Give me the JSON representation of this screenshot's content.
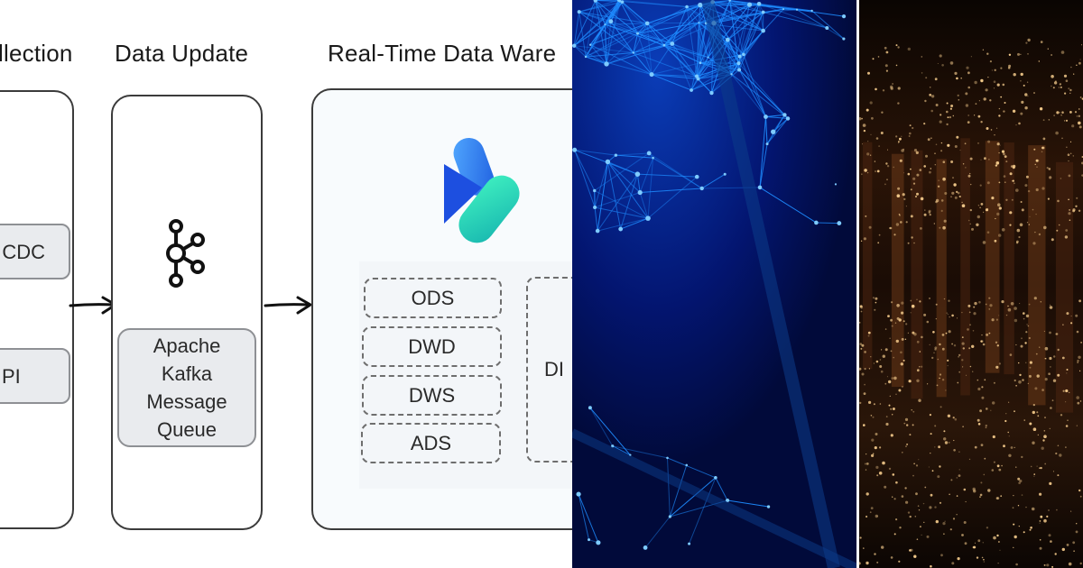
{
  "diagram": {
    "headings": {
      "collection": "llection",
      "update": "Data Update",
      "warehouse": "Real-Time Data Ware"
    },
    "collection_items": {
      "cdc": "CDC",
      "api": "PI"
    },
    "kafka": {
      "label_lines": [
        "Apache",
        "Kafka",
        "Message",
        "Queue"
      ]
    },
    "layers": [
      "ODS",
      "DWD",
      "DWS",
      "ADS"
    ],
    "dim_label": "DI"
  },
  "icons": {
    "kafka_logo": "kafka-icon",
    "warehouse_logo": "blue-green-logo-icon"
  },
  "colors": {
    "network_bg": "#010a3a",
    "network_lines": "#1e8cff",
    "lights_glow": "#f2c98a"
  }
}
